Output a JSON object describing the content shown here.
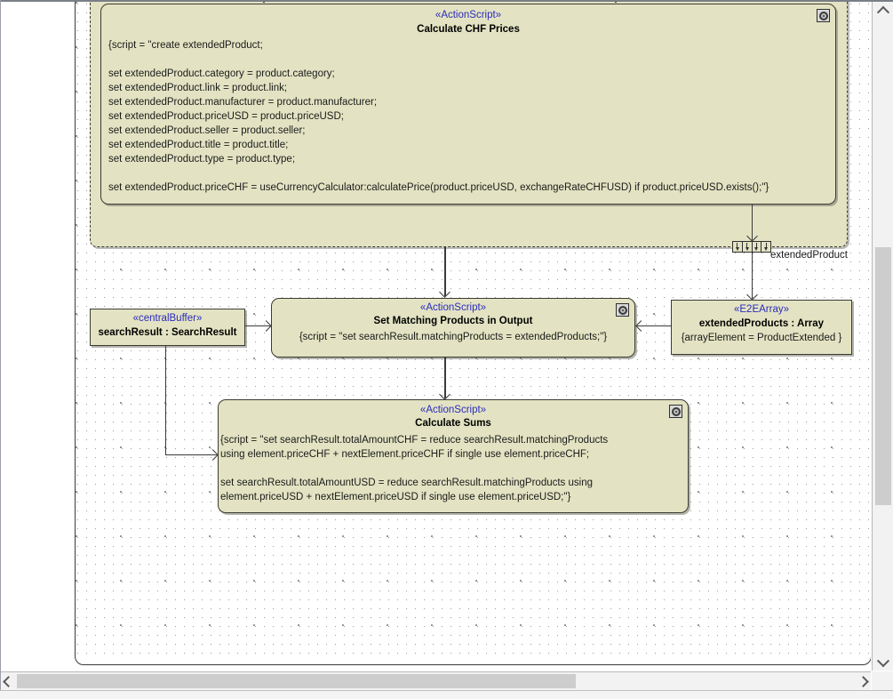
{
  "diagram": {
    "type": "UML Activity Diagram",
    "grid_visible": true
  },
  "region": {
    "name": "expansion-region",
    "pin_label": "extendedProduct"
  },
  "nodes": [
    {
      "id": "calculate-chf-prices",
      "stereotype": "«ActionScript»",
      "name": "Calculate CHF Prices",
      "icon": "action-script-icon",
      "body": "{script = \"create extendedProduct;\n\nset extendedProduct.category = product.category;\nset extendedProduct.link = product.link;\nset extendedProduct.manufacturer = product.manufacturer;\nset extendedProduct.priceUSD = product.priceUSD;\nset extendedProduct.seller = product.seller;\nset extendedProduct.title = product.title;\nset extendedProduct.type = product.type;\n\nset extendedProduct.priceCHF = useCurrencyCalculator:calculatePrice(product.priceUSD, exchangeRateCHFUSD) if product.priceUSD.exists();\"}"
    },
    {
      "id": "search-result-buffer",
      "stereotype": "«centralBuffer»",
      "name": "searchResult : SearchResult",
      "body": ""
    },
    {
      "id": "set-matching-products-in-output",
      "stereotype": "«ActionScript»",
      "name": "Set Matching Products in Output",
      "icon": "action-script-icon",
      "body": "{script = \"set searchResult.matchingProducts = extendedProducts;\"}"
    },
    {
      "id": "extended-products-array",
      "stereotype": "«E2EArray»",
      "name": "extendedProducts : Array",
      "body": "{arrayElement = ProductExtended }"
    },
    {
      "id": "calculate-sums",
      "stereotype": "«ActionScript»",
      "name": "Calculate Sums",
      "icon": "action-script-icon",
      "body": "{script = \"set searchResult.totalAmountCHF = reduce searchResult.matchingProducts\nusing element.priceCHF + nextElement.priceCHF if single use element.priceCHF;\n\nset searchResult.totalAmountUSD = reduce searchResult.matchingProducts using\nelement.priceUSD + nextElement.priceUSD if single use element.priceUSD;\"}"
    }
  ],
  "colors": {
    "node_fill": "#e3e3c3",
    "node_border": "#3b3b33",
    "stereotype_text": "#2b2bbd",
    "body_text": "#1a1a1a",
    "canvas": "#ffffff"
  },
  "scrollbars": {
    "vertical": {
      "up_icon": "chevron-up-icon",
      "down_icon": "chevron-down-icon"
    },
    "horizontal": {
      "left_icon": "chevron-left-icon",
      "right_icon": "chevron-right-icon"
    }
  }
}
